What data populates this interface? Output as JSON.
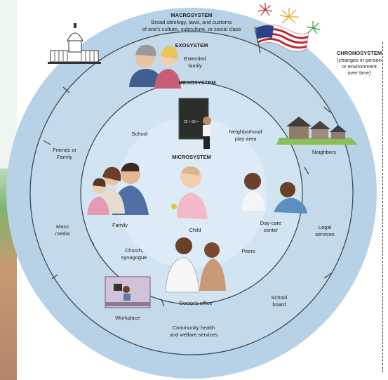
{
  "title": {
    "macro": "MACROSYSTEM",
    "macro_desc_1": "Broad ideology, laws, and customs",
    "macro_desc_2": "of one's culture, subculture, or social class",
    "exo": "EXOSYSTEM",
    "meso": "MESOSYSTEM",
    "micro": "MICROSYSTEM"
  },
  "chrono": {
    "heading": "CHRONOSYSTEM",
    "desc_1": "(changes in person",
    "desc_2": "or environment",
    "desc_3": "over time)"
  },
  "exo_labels": {
    "extended_1": "Extended",
    "extended_2": "family",
    "friends_1": "Friends or",
    "friends_2": "Family",
    "mass_1": "Mass",
    "mass_2": "media",
    "neighbors": "Neighbors",
    "legal_1": "Legal",
    "legal_2": "services",
    "school_board_1": "School",
    "school_board_2": "board",
    "community_1": "Community health",
    "community_2": "and welfare services",
    "workplace": "Workplace"
  },
  "meso_labels": {
    "school": "School",
    "neighborhood_1": "Neighborhood",
    "neighborhood_2": "play area",
    "church_1": "Church,",
    "church_2": "synagogue",
    "peers": "Peers",
    "doctor": "Doctor's office"
  },
  "micro_labels": {
    "family": "Family",
    "child": "Child",
    "daycare_1": "Day-care",
    "daycare_2": "center"
  },
  "board_text": "22 + 50 =",
  "colors": {
    "outer_ring": "#b7d2e6",
    "middle_ring": "#c9ddec",
    "inner_ring": "#d6e6f2",
    "core": "#e2eef7",
    "ring_line": "#3f4a57"
  }
}
